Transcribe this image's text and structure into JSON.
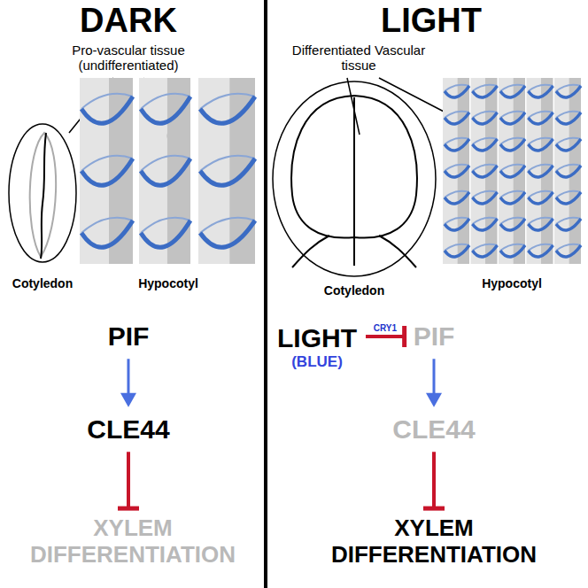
{
  "diagram": {
    "nodes": [
      {
        "text": [
          "PIF"
        ]
      },
      {
        "text": [
          "CLE44"
        ]
      },
      {
        "text": [
          "XYLEM DIFFERENTIATION"
        ]
      },
      {
        "text": [
          "LIGHT",
          "(BLUE)"
        ]
      },
      {
        "text": [
          "PIF"
        ]
      },
      {
        "text": [
          "CLE44"
        ]
      },
      {
        "text": [
          "XYLEM DIFFERENTIATION"
        ]
      }
    ],
    "edges": [
      {
        "from": 0,
        "to": 1,
        "arrow": "to"
      },
      {
        "from": 1,
        "to": 2,
        "arrow": "to"
      },
      {
        "from": 3,
        "to": 4,
        "label": "CRY1",
        "arrow": "to"
      },
      {
        "from": 4,
        "to": 5,
        "arrow": "to"
      },
      {
        "from": 5,
        "to": 6,
        "arrow": "to"
      }
    ],
    "labels": [
      "DARK",
      "LIGHT",
      "Pro-vascular tissue (undifferentiated)",
      "Cotyledon",
      "Hypocotyl",
      "Differentiated Vascular tissue",
      "Cotyledon",
      "Hypocotyl"
    ]
  }
}
